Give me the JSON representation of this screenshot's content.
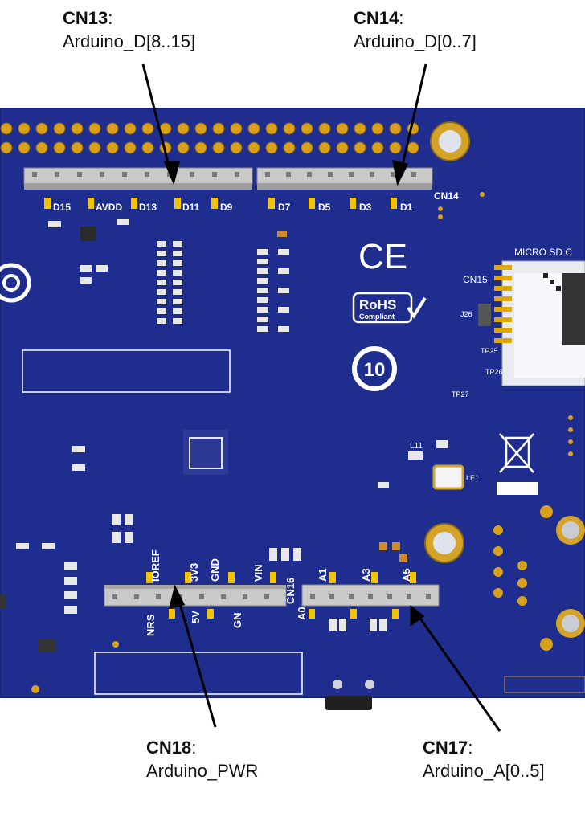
{
  "callouts": {
    "cn13": {
      "name": "CN13",
      "sep": ":",
      "desc": "Arduino_D[8..15]"
    },
    "cn14": {
      "name": "CN14",
      "sep": ":",
      "desc": "Arduino_D[0..7]"
    },
    "cn18": {
      "name": "CN18",
      "sep": ":",
      "desc": "Arduino_PWR"
    },
    "cn17": {
      "name": "CN17",
      "sep": ":",
      "desc": "Arduino_A[0..5]"
    }
  },
  "board": {
    "color": "#1f2d8f",
    "cn13_labels": [
      "D15",
      "AVDD",
      "D13",
      "D11",
      "D9"
    ],
    "cn14_labels": [
      "D7",
      "D5",
      "D3",
      "D1"
    ],
    "cn14_tag": "CN14",
    "cn16_tag": "CN16",
    "cn15_tag": "CN15",
    "sd_label": "MICRO SD C",
    "ce_mark": "CE",
    "rohs_line1": "RoHS",
    "rohs_line2": "Compliant",
    "recycle_num": "10",
    "cn18_top_labels": [
      "IOREF",
      "3V3",
      "GND",
      "VIN"
    ],
    "cn18_bottom_labels": [
      "NRS",
      "5V",
      "GN"
    ],
    "cn17_top_labels": [
      "A1",
      "A3",
      "A5"
    ],
    "cn17_bottom_labels": [
      "A0"
    ],
    "ref_labels": [
      "L11",
      "J26",
      "TP25",
      "TP26",
      "TP27",
      "LE1"
    ]
  }
}
